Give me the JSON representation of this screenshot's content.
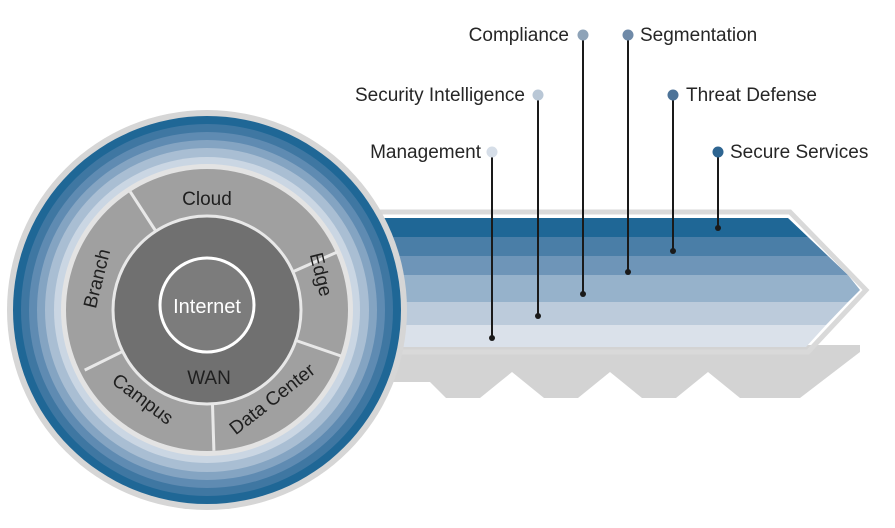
{
  "core": {
    "label": "Internet"
  },
  "wan": {
    "label": "WAN"
  },
  "ring_segments": [
    {
      "key": "cloud",
      "label": "Cloud"
    },
    {
      "key": "edge",
      "label": "Edge"
    },
    {
      "key": "data-center",
      "label": "Data Center"
    },
    {
      "key": "campus",
      "label": "Campus"
    },
    {
      "key": "branch",
      "label": "Branch"
    }
  ],
  "callouts": [
    {
      "key": "compliance",
      "label": "Compliance",
      "color": "#8ea3b8"
    },
    {
      "key": "segmentation",
      "label": "Segmentation",
      "color": "#6f8aa8"
    },
    {
      "key": "security-intelligence",
      "label": "Security Intelligence",
      "color": "#b9c7d6"
    },
    {
      "key": "threat-defense",
      "label": "Threat Defense",
      "color": "#4d7398"
    },
    {
      "key": "management",
      "label": "Management",
      "color": "#d6dee8"
    },
    {
      "key": "secure-services",
      "label": "Secure Services",
      "color": "#2e6591"
    }
  ],
  "colors": {
    "band_dark": "#1f6796",
    "band_2": "#4a7ea7",
    "band_3": "#6e95b8",
    "band_4": "#96b2cb",
    "band_5": "#bccbdb",
    "band_6": "#dae1ea",
    "ring_fill": "#9e9e9e",
    "wan_fill": "#6f6f6f",
    "core_fill": "#7b7b7b",
    "teeth": "#d1d1d1"
  }
}
